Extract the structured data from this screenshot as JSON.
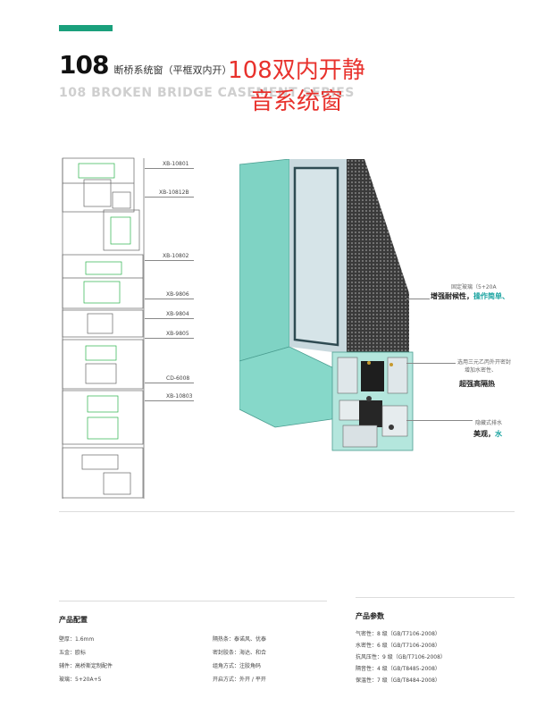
{
  "colors": {
    "accent": "#1aa07c",
    "overlay": "#e8322d",
    "frame": "#7fd3c4",
    "highlight": "#19a3a0"
  },
  "header": {
    "number": "108",
    "name_cn": "断桥系统窗（平框双内开）",
    "subtitle_en": "108 BROKEN BRIDGE CASEMENT SERIES"
  },
  "overlay": {
    "line1": "108双内开静",
    "line2": "音系统窗"
  },
  "profiles": [
    "XB-10801",
    "XB-10812B",
    "XB-10802",
    "XB-9806",
    "XB-9804",
    "XB-9805",
    "CD-6008",
    "XB-10803"
  ],
  "callouts": [
    {
      "small": "固定玻璃（5+20A",
      "big": "增强耐候性，",
      "big_hl": "操作简单、"
    },
    {
      "small": "选用三元乙丙外开密封",
      "small2": "增加水密性、",
      "big": "超强高隔热"
    },
    {
      "small": "隐藏式排水",
      "big": "美观，",
      "big_hl": "水"
    }
  ],
  "config": {
    "title": "产品配置",
    "left": [
      {
        "k": "壁厚：",
        "v": "1.6mm"
      },
      {
        "k": "五金：",
        "v": "欧标"
      },
      {
        "k": "辅件：",
        "v": "高桥斯定制配件"
      },
      {
        "k": "玻璃：",
        "v": "5+20A+5"
      }
    ],
    "right": [
      {
        "k": "隔热条：",
        "v": "泰诺风、优泰"
      },
      {
        "k": "密封胶条：",
        "v": "海达、和合"
      },
      {
        "k": "组角方式：",
        "v": "注胶角码"
      },
      {
        "k": "开启方式：",
        "v": "外开 / 平开"
      }
    ]
  },
  "params": {
    "title": "产品参数",
    "items": [
      {
        "k": "气密性：",
        "v": "8 级（GB/T7106-2008）"
      },
      {
        "k": "水密性：",
        "v": "6 级（GB/T7106-2008）"
      },
      {
        "k": "抗风压性：",
        "v": "9 级（GB/T7106-2008）"
      },
      {
        "k": "隔音性：",
        "v": "4 级（GB/T8485-2008）"
      },
      {
        "k": "保温性：",
        "v": "7 级（GB/T8484-2008）"
      }
    ]
  }
}
